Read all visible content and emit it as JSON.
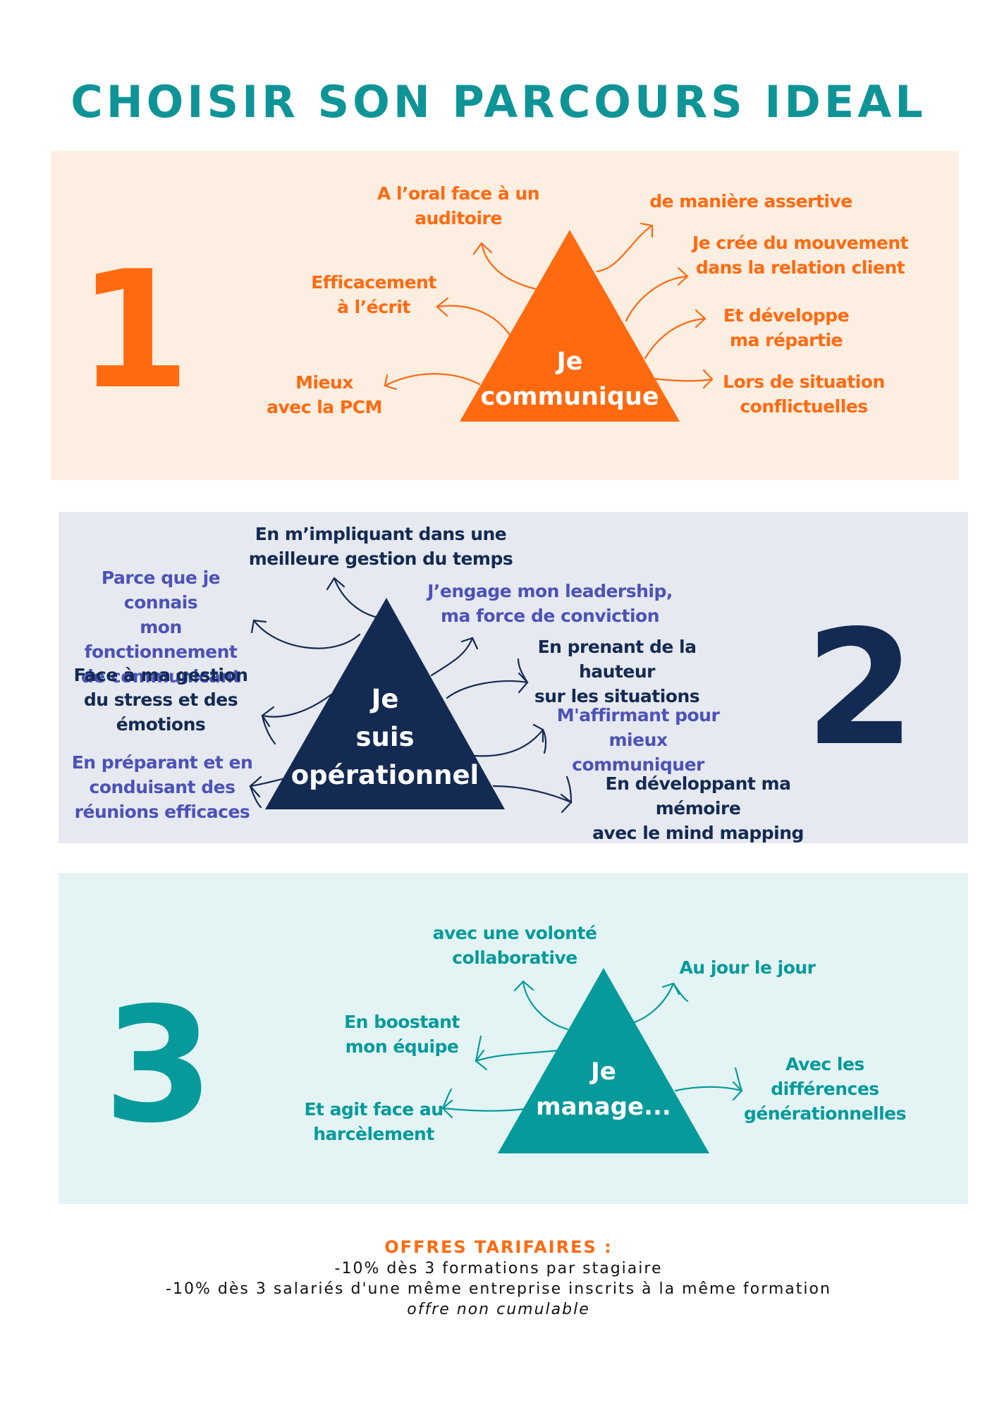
{
  "title": "CHOISIR SON PARCOURS IDEAL",
  "colors": {
    "title": "#0e9497",
    "orange": "#ff6a10",
    "navy": "#132a53",
    "purple": "#4c52b8",
    "teal": "#079a9b",
    "panel1_bg": "#fdeee2",
    "panel2_bg": "#e6e9ef",
    "panel3_bg": "#e4f4f5"
  },
  "section1": {
    "number": "1",
    "triangle": "Je\ncommunique",
    "labels": [
      "A l’oral face à un\nauditoire",
      "Efficacement\nà l’écrit",
      "Mieux\navec la PCM",
      "de manière assertive",
      "Je crée du mouvement\ndans la relation client",
      "Et développe\nma répartie",
      "Lors de situation\nconflictuelles"
    ]
  },
  "section2": {
    "number": "2",
    "triangle": "Je\nsuis\nopérationnel",
    "labels": [
      "En m’impliquant dans une\nmeilleure gestion du temps",
      "Parce que je connais\nmon fonctionnement\nde communicant",
      "Face à ma gestion\ndu stress et des\némotions",
      "En préparant et en\nconduisant des\nréunions efficaces",
      "J’engage mon leadership,\nma force de conviction",
      "En prenant de la hauteur\nsur les situations",
      "M'affirmant pour\nmieux communiquer",
      "En développant ma mémoire\navec le mind mapping"
    ]
  },
  "section3": {
    "number": "3",
    "triangle": "Je\nmanage...",
    "labels": [
      "avec une volonté\ncollaborative",
      "En boostant\nmon équipe",
      "Et agit face au\nharcèlement",
      "Au jour le jour",
      "Avec les\ndifférences\ngénérationnelles"
    ]
  },
  "offers": {
    "heading": "OFFRES TARIFAIRES :",
    "line1": "-10% dès 3 formations par stagiaire",
    "line2": "-10% dès 3 salariés d'une même entreprise inscrits à la même formation",
    "note": "offre non cumulable"
  }
}
